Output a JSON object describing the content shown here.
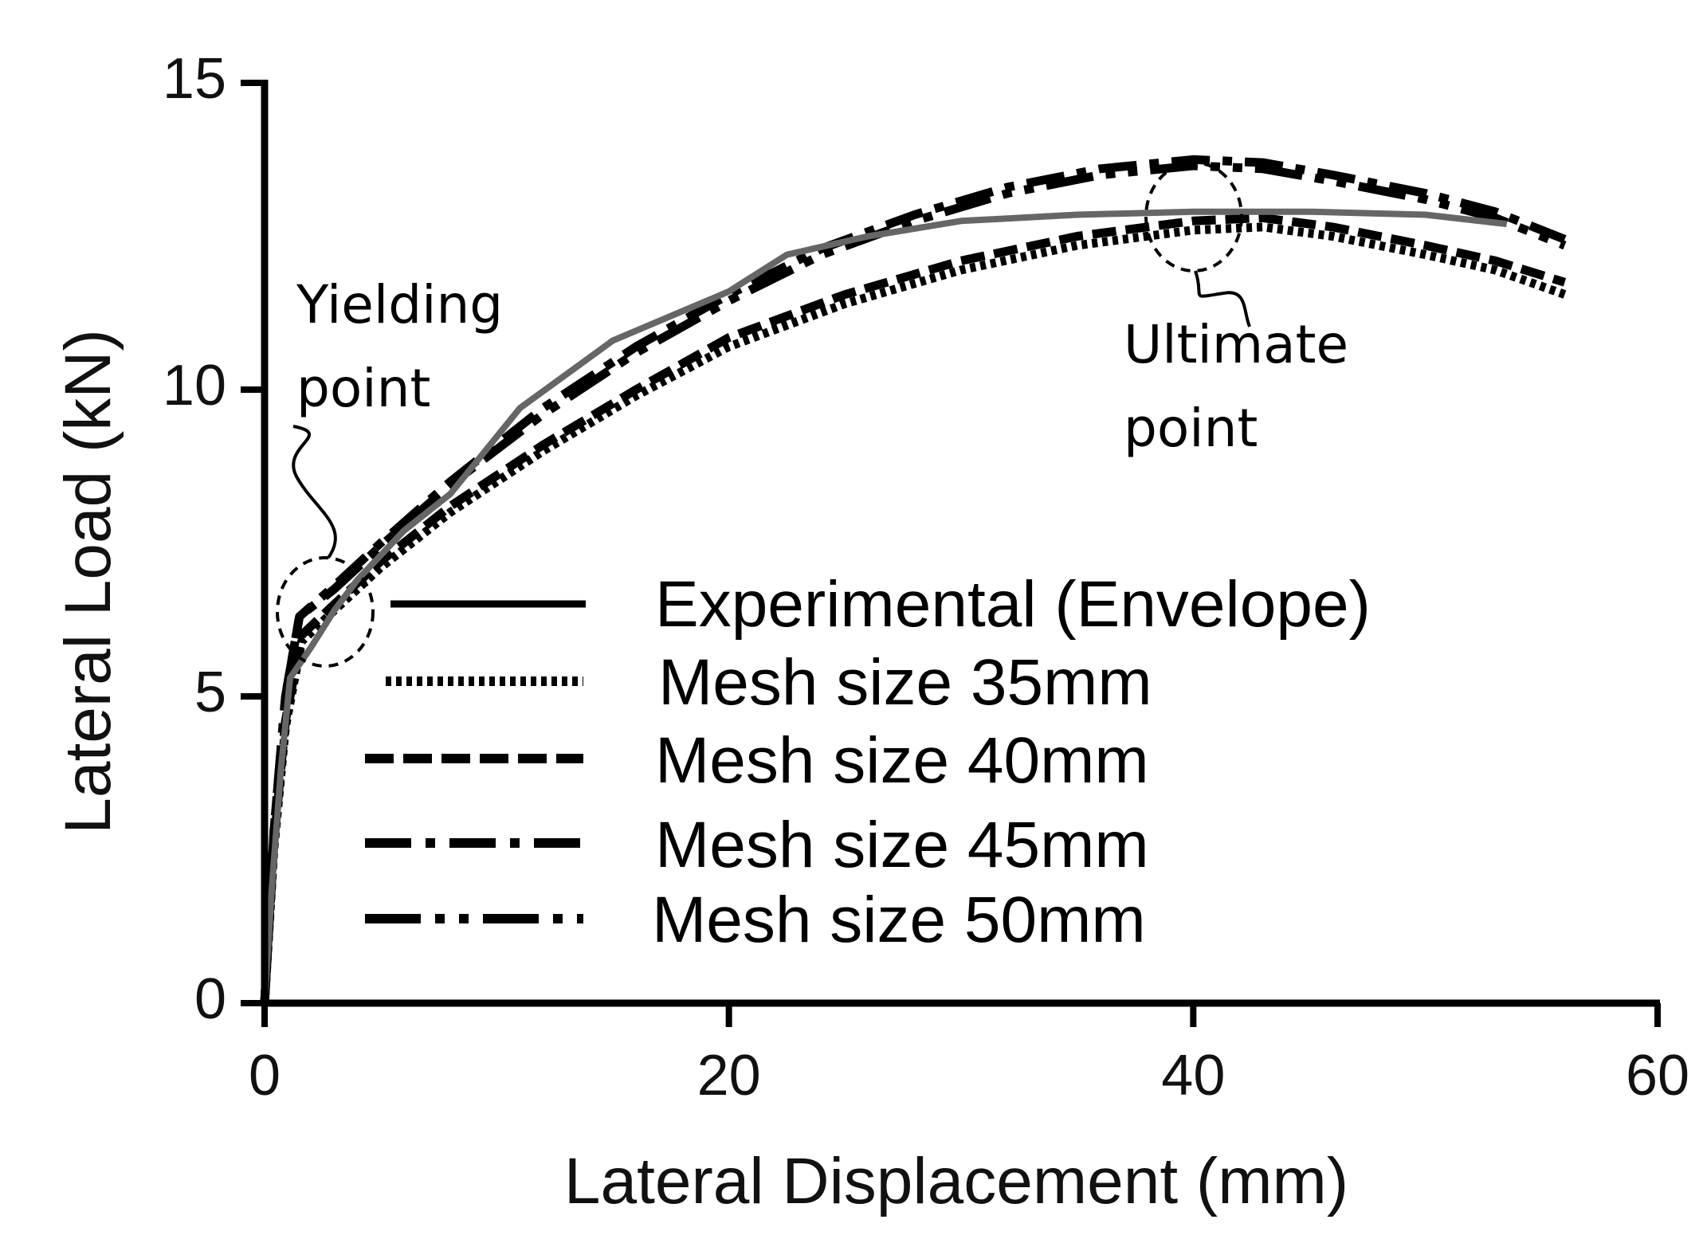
{
  "chart_data": {
    "type": "line",
    "xlabel": "Lateral Displacement (mm)",
    "ylabel": "Lateral Load (kN)",
    "xlim": [
      0,
      60
    ],
    "ylim": [
      0,
      15
    ],
    "xticks": [
      "0",
      "20",
      "40",
      "60"
    ],
    "yticks": [
      "0",
      "5",
      "10",
      "15"
    ],
    "grid": false,
    "legend_position": "center",
    "series": [
      {
        "name": "Experimental (Envelope)",
        "style": "solid",
        "color": "#666666",
        "points": [
          [
            0,
            0
          ],
          [
            0.3,
            1.8
          ],
          [
            0.7,
            3.8
          ],
          [
            1.1,
            5.3
          ],
          [
            2,
            5.8
          ],
          [
            3,
            6.4
          ],
          [
            4,
            6.9
          ],
          [
            6,
            7.7
          ],
          [
            8,
            8.3
          ],
          [
            11,
            9.7
          ],
          [
            15,
            10.8
          ],
          [
            20,
            11.6
          ],
          [
            22.5,
            12.2
          ],
          [
            26,
            12.5
          ],
          [
            30,
            12.75
          ],
          [
            35,
            12.85
          ],
          [
            40,
            12.9
          ],
          [
            45,
            12.9
          ],
          [
            50,
            12.85
          ],
          [
            53.5,
            12.7
          ]
        ]
      },
      {
        "name": "Mesh size 35mm",
        "style": "dotted",
        "color": "#000000",
        "points": [
          [
            0,
            0
          ],
          [
            0.4,
            2.5
          ],
          [
            0.9,
            4.5
          ],
          [
            1.6,
            5.9
          ],
          [
            3,
            6.4
          ],
          [
            5,
            7.1
          ],
          [
            8,
            8.0
          ],
          [
            12,
            9.0
          ],
          [
            16,
            9.9
          ],
          [
            20,
            10.7
          ],
          [
            25,
            11.4
          ],
          [
            30,
            11.95
          ],
          [
            35,
            12.35
          ],
          [
            40,
            12.6
          ],
          [
            43,
            12.65
          ],
          [
            46,
            12.5
          ],
          [
            50,
            12.2
          ],
          [
            53,
            11.95
          ],
          [
            56,
            11.55
          ]
        ]
      },
      {
        "name": "Mesh size 40mm",
        "style": "dashed",
        "color": "#000000",
        "points": [
          [
            0,
            0
          ],
          [
            0.4,
            2.6
          ],
          [
            0.9,
            4.6
          ],
          [
            1.6,
            6.0
          ],
          [
            3,
            6.5
          ],
          [
            5,
            7.2
          ],
          [
            8,
            8.1
          ],
          [
            12,
            9.1
          ],
          [
            16,
            10.0
          ],
          [
            20,
            10.85
          ],
          [
            25,
            11.55
          ],
          [
            30,
            12.1
          ],
          [
            35,
            12.5
          ],
          [
            40,
            12.75
          ],
          [
            43,
            12.8
          ],
          [
            46,
            12.65
          ],
          [
            50,
            12.35
          ],
          [
            53,
            12.1
          ],
          [
            56,
            11.75
          ]
        ]
      },
      {
        "name": "Mesh size 45mm",
        "style": "dashdot",
        "color": "#000000",
        "points": [
          [
            0,
            0
          ],
          [
            0.4,
            2.8
          ],
          [
            0.9,
            5.0
          ],
          [
            1.5,
            6.3
          ],
          [
            3,
            6.8
          ],
          [
            5,
            7.5
          ],
          [
            8,
            8.5
          ],
          [
            12,
            9.7
          ],
          [
            16,
            10.7
          ],
          [
            20,
            11.55
          ],
          [
            24,
            12.3
          ],
          [
            28,
            12.85
          ],
          [
            32,
            13.3
          ],
          [
            36,
            13.6
          ],
          [
            40,
            13.75
          ],
          [
            43,
            13.7
          ],
          [
            46,
            13.5
          ],
          [
            50,
            13.2
          ],
          [
            53,
            12.9
          ],
          [
            56,
            12.45
          ]
        ]
      },
      {
        "name": "Mesh size 50mm",
        "style": "dashdotdot",
        "color": "#000000",
        "points": [
          [
            0,
            0
          ],
          [
            0.4,
            2.8
          ],
          [
            0.9,
            5.0
          ],
          [
            1.5,
            6.3
          ],
          [
            3,
            6.75
          ],
          [
            5,
            7.45
          ],
          [
            8,
            8.45
          ],
          [
            12,
            9.6
          ],
          [
            16,
            10.6
          ],
          [
            20,
            11.45
          ],
          [
            24,
            12.2
          ],
          [
            28,
            12.75
          ],
          [
            32,
            13.2
          ],
          [
            36,
            13.5
          ],
          [
            40,
            13.65
          ],
          [
            43,
            13.6
          ],
          [
            46,
            13.4
          ],
          [
            50,
            13.1
          ],
          [
            53,
            12.8
          ],
          [
            56,
            12.35
          ]
        ]
      }
    ],
    "annotations": [
      {
        "text_line1": "Yielding",
        "text_line2": "point",
        "x": 2.5,
        "y": 6.3
      },
      {
        "text_line1": "Ultimate",
        "text_line2": "point",
        "x": 40,
        "y": 12.8
      }
    ]
  }
}
